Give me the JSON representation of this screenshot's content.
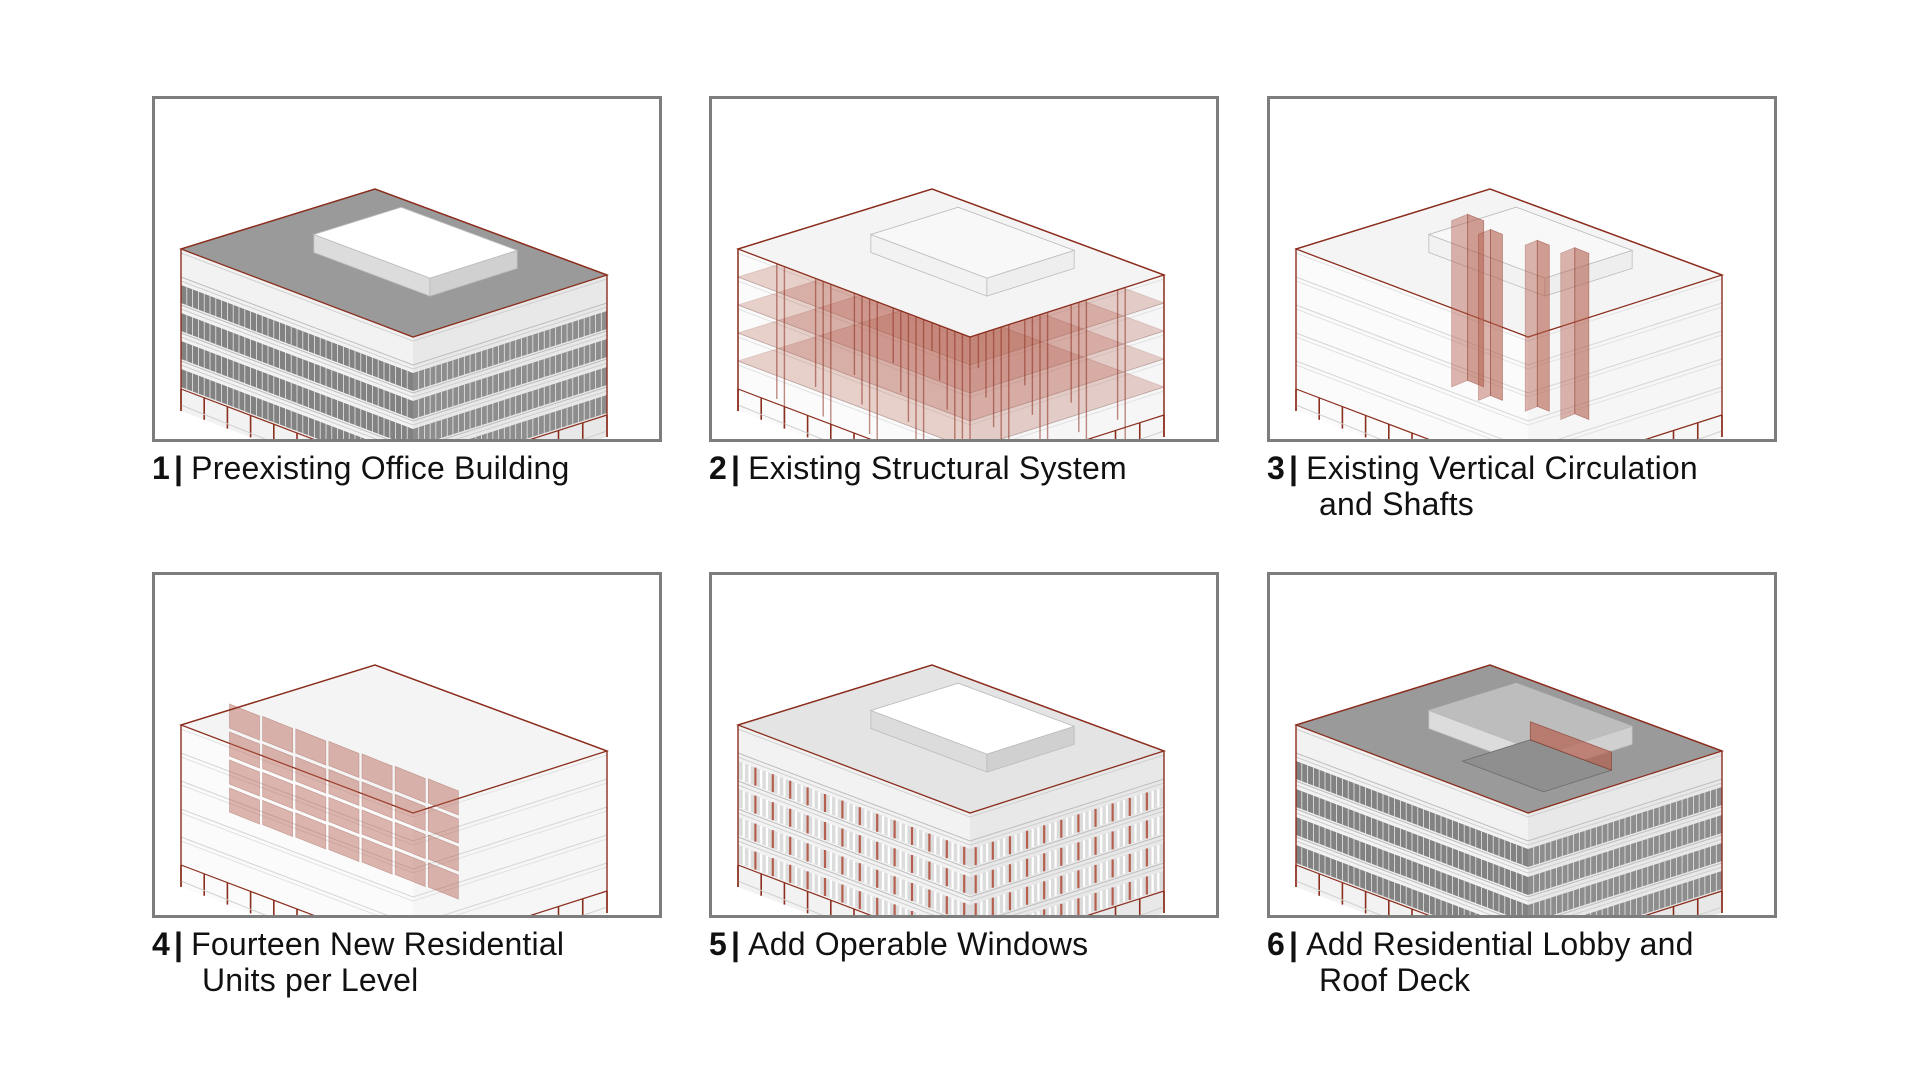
{
  "panels": [
    {
      "id": 1,
      "number": "1",
      "separator": "|",
      "title_line1": "Preexisting Office Building",
      "title_line2": "",
      "variant": "office"
    },
    {
      "id": 2,
      "number": "2",
      "separator": "|",
      "title_line1": "Existing Structural System",
      "title_line2": "",
      "variant": "structure"
    },
    {
      "id": 3,
      "number": "3",
      "separator": "|",
      "title_line1": "Existing Vertical Circulation",
      "title_line2": "and Shafts",
      "variant": "shafts"
    },
    {
      "id": 4,
      "number": "4",
      "separator": "|",
      "title_line1": "Fourteen New Residential",
      "title_line2": "Units per Level",
      "variant": "units"
    },
    {
      "id": 5,
      "number": "5",
      "separator": "|",
      "title_line1": "Add Operable Windows",
      "title_line2": "",
      "variant": "windows"
    },
    {
      "id": 6,
      "number": "6",
      "separator": "|",
      "title_line1": "Add Residential Lobby and",
      "title_line2": "Roof Deck",
      "variant": "lobby"
    }
  ],
  "colors": {
    "accent": "#8b2e1e",
    "accent_fill": "#b5604f",
    "frame": "#7d7d7d",
    "roof": "#9a9a9a",
    "glass": "#6f6f6f"
  }
}
